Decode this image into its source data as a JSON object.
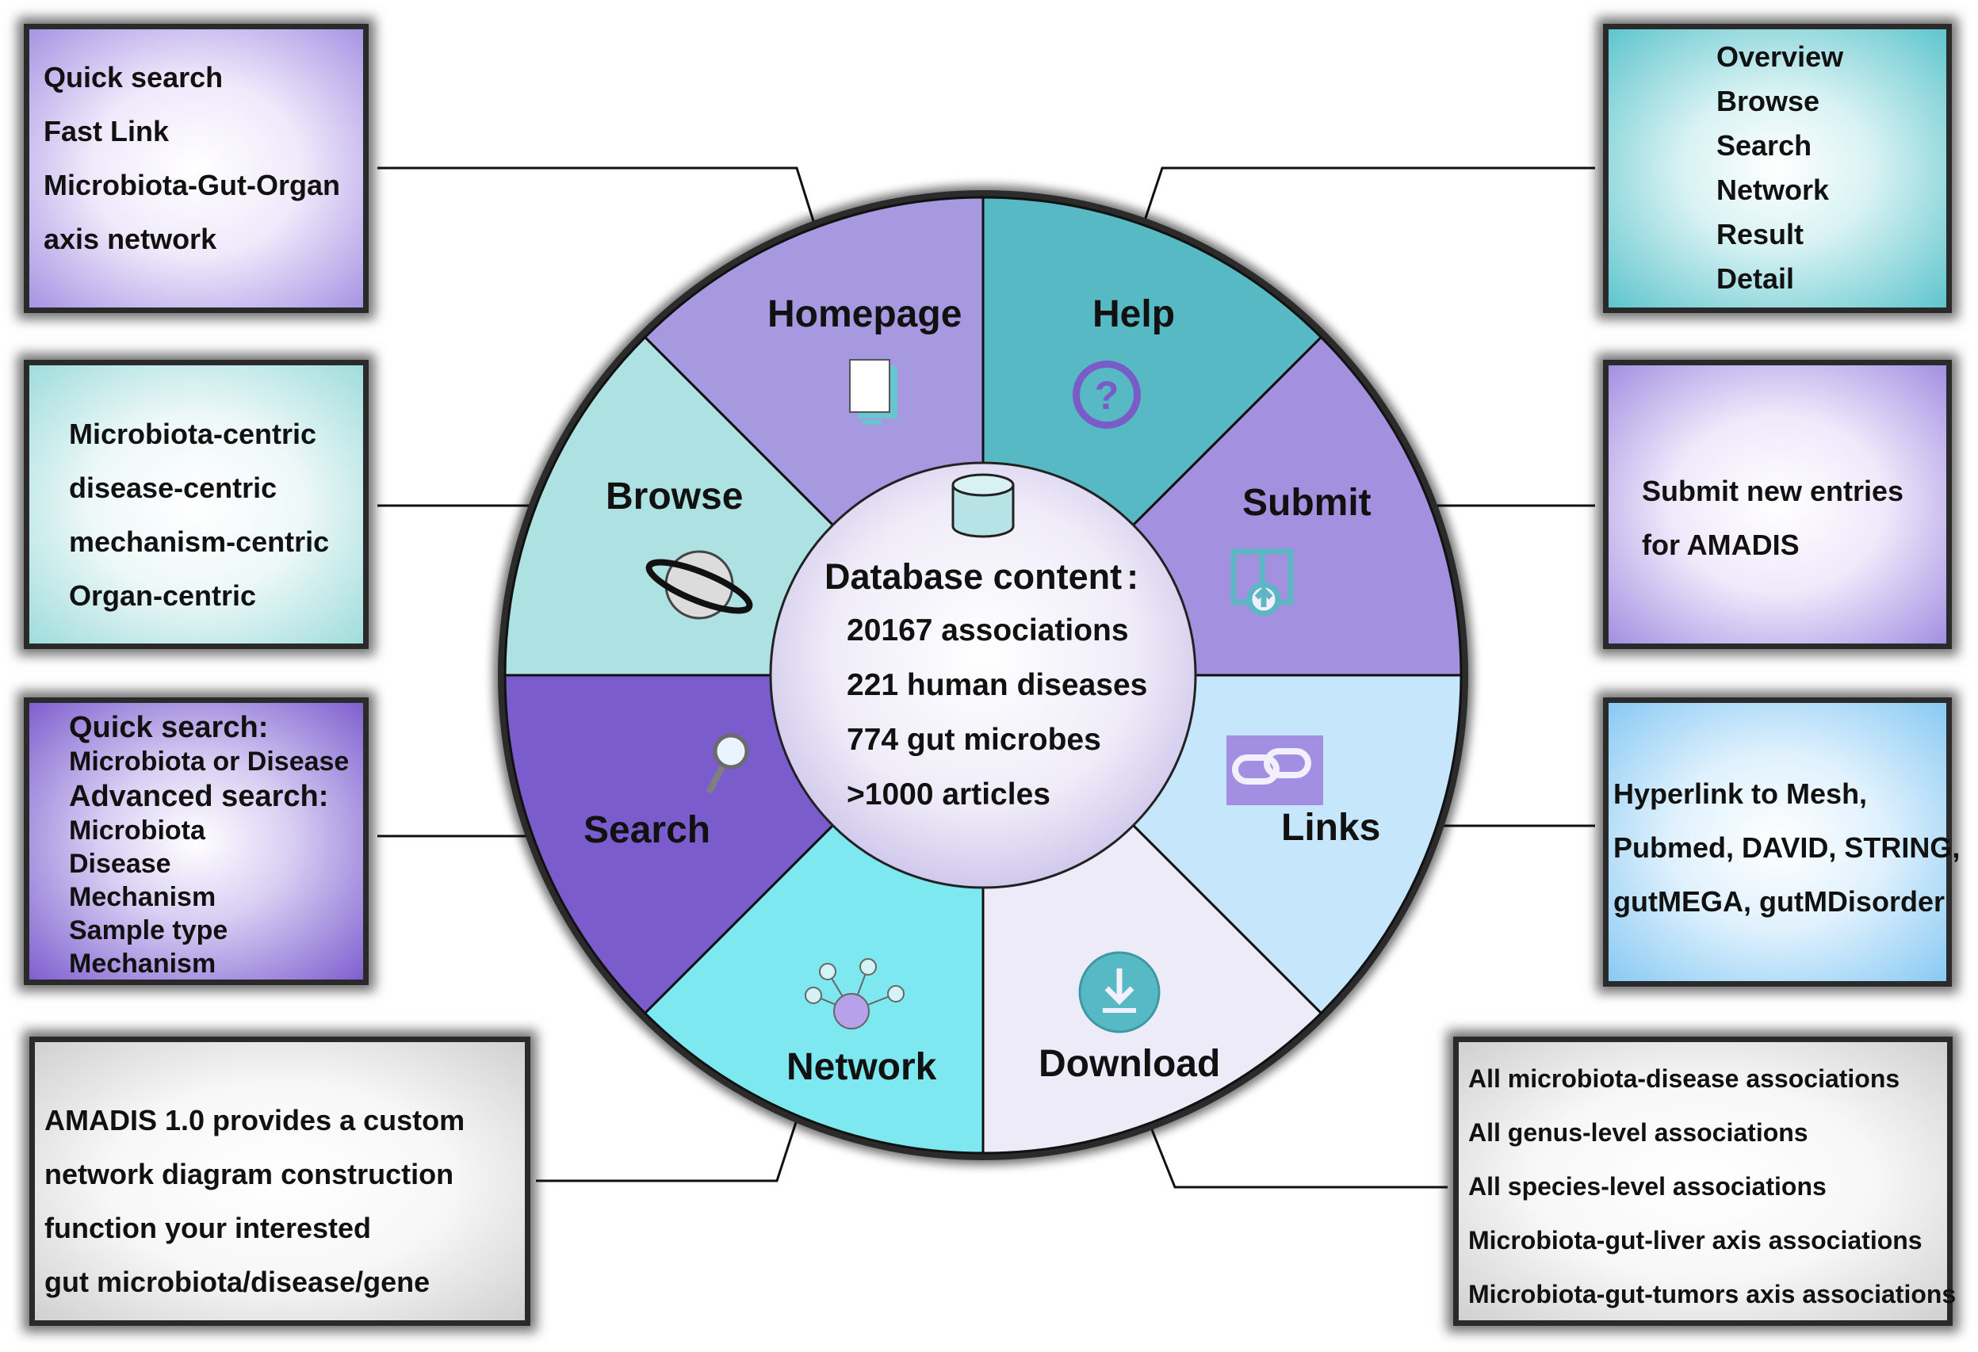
{
  "center": {
    "title": "Database content",
    "title_suffix": ":",
    "stats": [
      "20167 associations",
      "221 human diseases",
      "774 gut microbes",
      ">1000 articles"
    ]
  },
  "segments": {
    "homepage": "Homepage",
    "help": "Help",
    "submit": "Submit",
    "links": "Links",
    "download": "Download",
    "network": "Network",
    "search": "Search",
    "browse": "Browse"
  },
  "boxes": {
    "homepage": [
      "Quick search",
      "Fast Link",
      "Microbiota-Gut-Organ",
      "axis network"
    ],
    "browse": [
      "Microbiota-centric",
      "disease-centric",
      "mechanism-centric",
      "Organ-centric"
    ],
    "search": {
      "quick_heading": "Quick search",
      "quick_items": [
        "Microbiota or Disease"
      ],
      "advanced_heading": "Advanced search",
      "advanced_items": [
        "Microbiota",
        "Disease",
        "Mechanism",
        "Sample type",
        "Mechanism"
      ],
      "colon": ":"
    },
    "network": [
      "AMADIS 1.0 provides a custom",
      "network diagram construction",
      "function your interested",
      "gut microbiota/disease/gene"
    ],
    "help": [
      "Overview",
      "Browse",
      "Search",
      "Network",
      "Result",
      "Detail"
    ],
    "submit": [
      "Submit new entries",
      "for AMADIS"
    ],
    "links": [
      "Hyperlink to Mesh,",
      "Pubmed, DAVID, STRING,",
      "gutMEGA, gutMDisorder"
    ],
    "download": [
      "All microbiota-disease associations",
      "All genus-level associations",
      "All species-level associations",
      "Microbiota-gut-liver axis associations",
      "Microbiota-gut-tumors axis associations"
    ]
  },
  "icons": {
    "homepage": "document-icon",
    "help": "help-circle-icon",
    "submit": "book-upload-icon",
    "links": "chain-link-icon",
    "download": "download-icon",
    "network": "network-nodes-icon",
    "search": "magnifier-icon",
    "browse": "planet-icon",
    "center": "database-icon"
  },
  "colors": {
    "homepage": "#a799e0",
    "help": "#56b9c3",
    "submit": "#a391e0",
    "links": "#c6e6fb",
    "download": "#eeebf9",
    "network": "#7de8ef",
    "search": "#7b5ccd",
    "browse": "#aee1e2",
    "rim": "#2b2b2b"
  }
}
